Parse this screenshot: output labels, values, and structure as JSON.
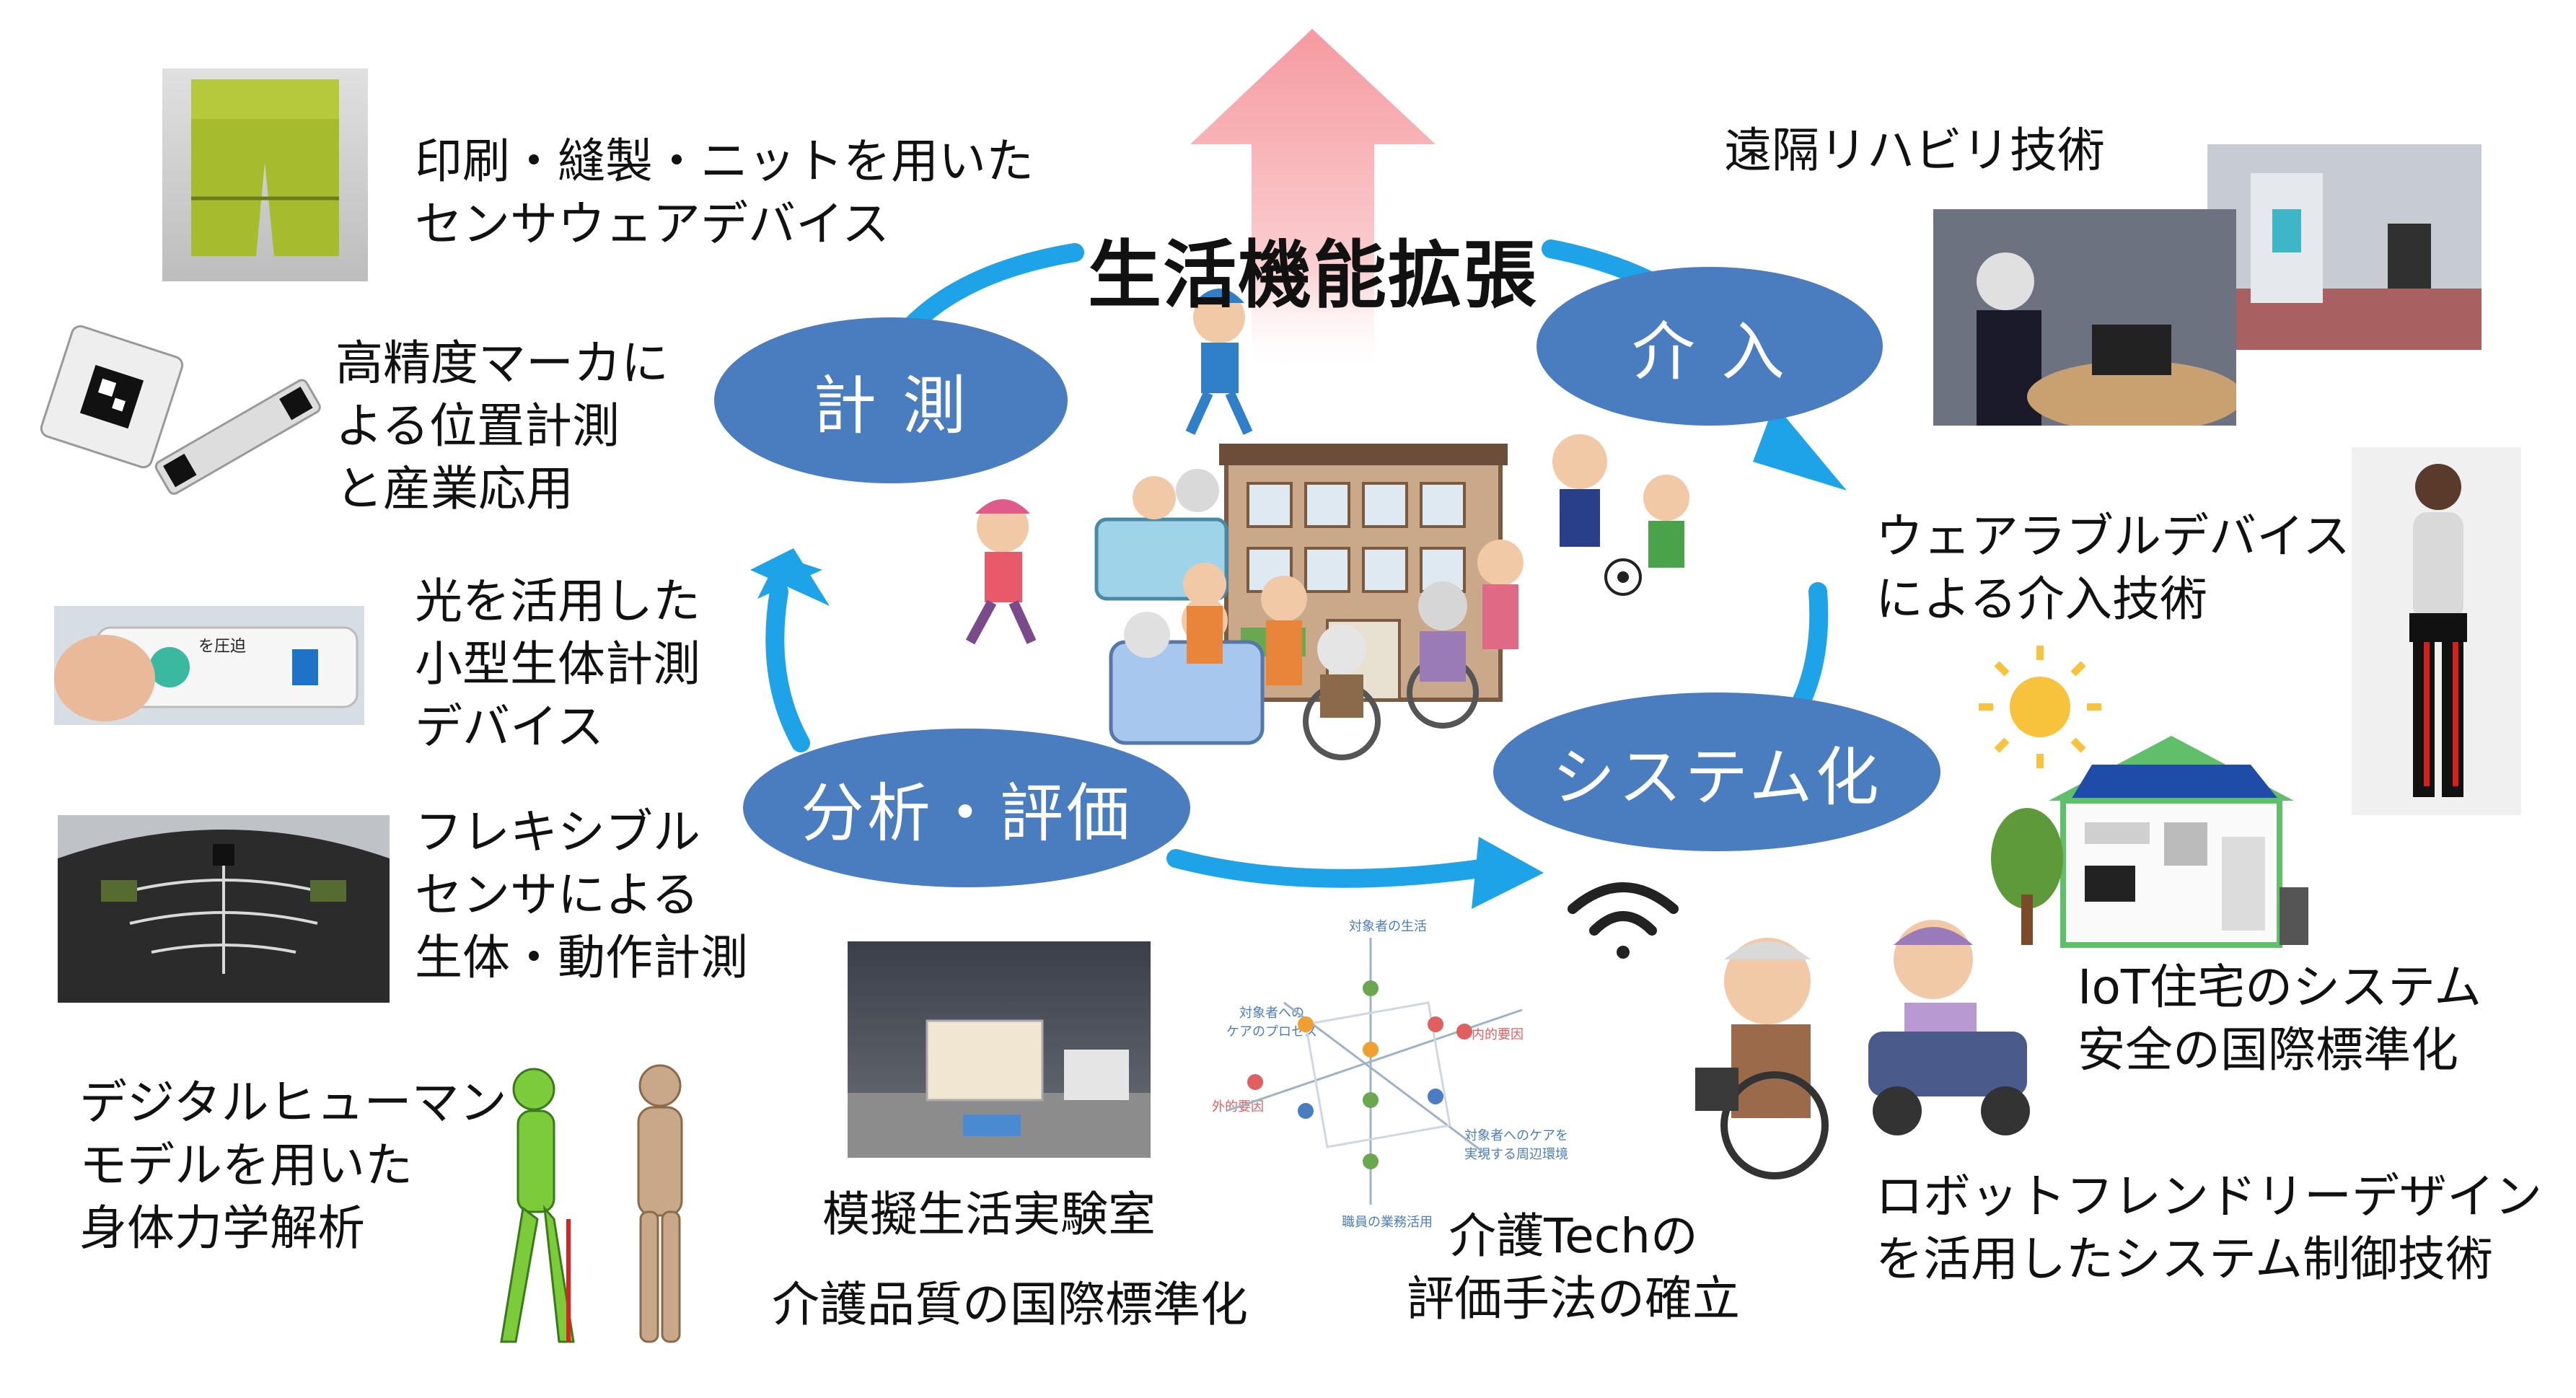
{
  "center": {
    "title": "生活機能拡張"
  },
  "cycle": {
    "measure": "計 測",
    "intervene": "介 入",
    "systemize": "システム化",
    "analyze": "分析・評価"
  },
  "captions": {
    "sensewear": [
      "印刷・縫製・ニットを用いた",
      "センサウェアデバイス"
    ],
    "marker": [
      "高精度マーカに",
      "よる位置計測",
      "と産業応用"
    ],
    "optical": [
      "光を活用した",
      "小型生体計測",
      "デバイス"
    ],
    "flexible": [
      "フレキシブル",
      "センサによる",
      "生体・動作計測"
    ],
    "dhm": [
      "デジタルヒューマン",
      "モデルを用いた",
      "身体力学解析"
    ],
    "lab": [
      "模擬生活実験室"
    ],
    "care_quality": [
      "介護品質の国際標準化"
    ],
    "caretech": [
      "介護Techの",
      "評価手法の確立"
    ],
    "remote_rehab": [
      "遠隔リハビリ技術"
    ],
    "wearable": [
      "ウェアラブルデバイス",
      "による介入技術"
    ],
    "iot": [
      "IoT住宅のシステム",
      "安全の国際標準化"
    ],
    "robot": [
      "ロボットフレンドリーデザイン",
      "を活用したシステム制御技術"
    ]
  },
  "device_label": "を圧迫",
  "axis_labels": {
    "top": "対象者の生活",
    "bottom": "職員の業務活用",
    "left": "外的要因",
    "right": "内的要因",
    "upper_left": "対象者への\nケアのプロセス",
    "lower_right": "対象者へのケアを\n実現する周辺環境"
  },
  "colors": {
    "cycle_arrow": "#1fa3e8",
    "oval_fill": "#4a7cc0",
    "center_arrow": "#f7a8aa",
    "text": "#111111"
  },
  "icons": {
    "wifi": "wifi-icon",
    "sun": "sun-icon",
    "soccer": "soccer-ball-icon"
  }
}
